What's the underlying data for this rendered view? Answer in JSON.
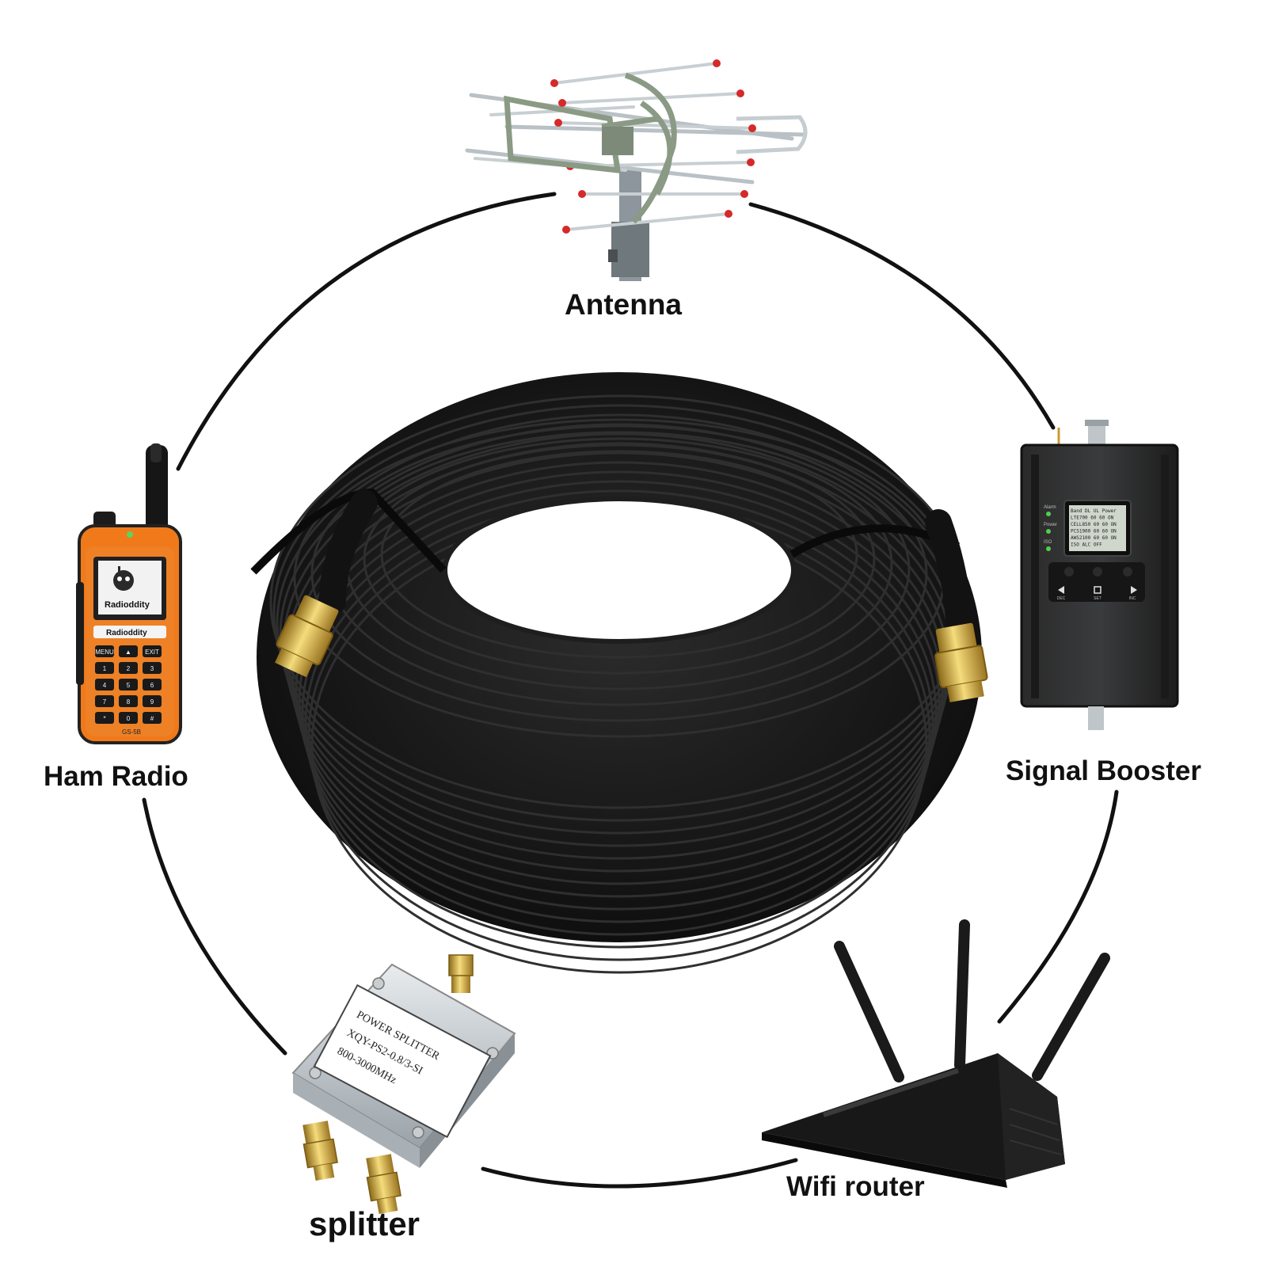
{
  "labels": {
    "antenna": "Antenna",
    "ham_radio": "Ham Radio",
    "signal_booster": "Signal Booster",
    "wifi_router": "Wifi router",
    "splitter": "splitter"
  },
  "radio": {
    "brand": "Radioddity",
    "screen_brand": "Radioddity",
    "model": "GS-5B",
    "keys": [
      "MENU",
      "▲",
      "EXIT",
      "1",
      "2",
      "3",
      "4",
      "5",
      "6",
      "7",
      "8",
      "9",
      "*",
      "0",
      "#"
    ]
  },
  "booster": {
    "led_labels": [
      "Alarm",
      "Power",
      "ISO"
    ],
    "screen_lines": [
      "Band    DL UL  Power",
      "LTE700  60 60  ON",
      "CELL850 60 60  ON",
      "PCS1900 60 60  ON",
      "AWS2100 60 60  ON",
      "  ISO  ALC  OFF"
    ],
    "button_labels": [
      "DEC",
      "SET",
      "INC"
    ]
  },
  "splitter": {
    "line1": "POWER SPLITTER",
    "line2": "XQY-PS2-0.8/3-SI",
    "line3": "800-3000MHz"
  },
  "colors": {
    "ring": "#111111",
    "cable": "#141414",
    "radio_orange": "#f07a1a",
    "connector_gold": "#d9b548",
    "antenna_tip": "#d42a2a",
    "antenna_frame": "#8a9a84"
  }
}
